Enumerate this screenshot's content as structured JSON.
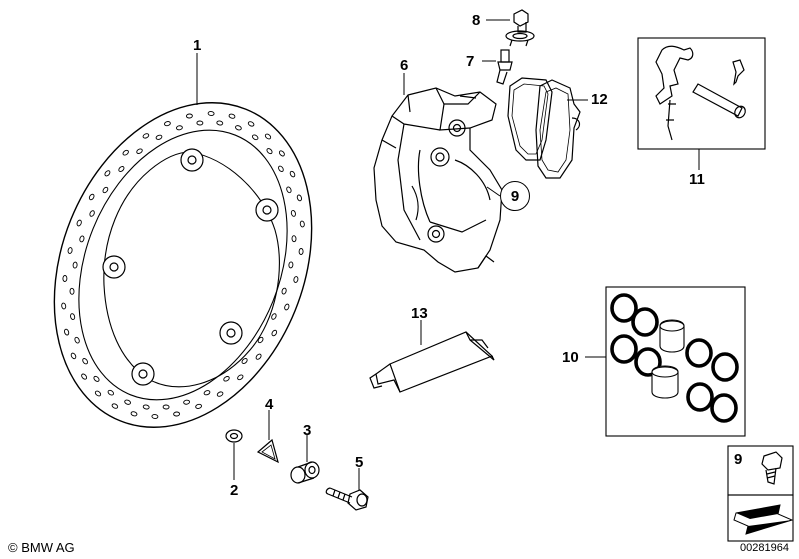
{
  "callouts": {
    "c1": "1",
    "c2": "2",
    "c3": "3",
    "c4": "4",
    "c5": "5",
    "c6": "6",
    "c7": "7",
    "c8": "8",
    "c9": "9",
    "c9_box": "9",
    "c10": "10",
    "c11": "11",
    "c12": "12",
    "c13": "13"
  },
  "footer": {
    "copyright": "© BMW AG",
    "drawing_number": "00281964"
  }
}
